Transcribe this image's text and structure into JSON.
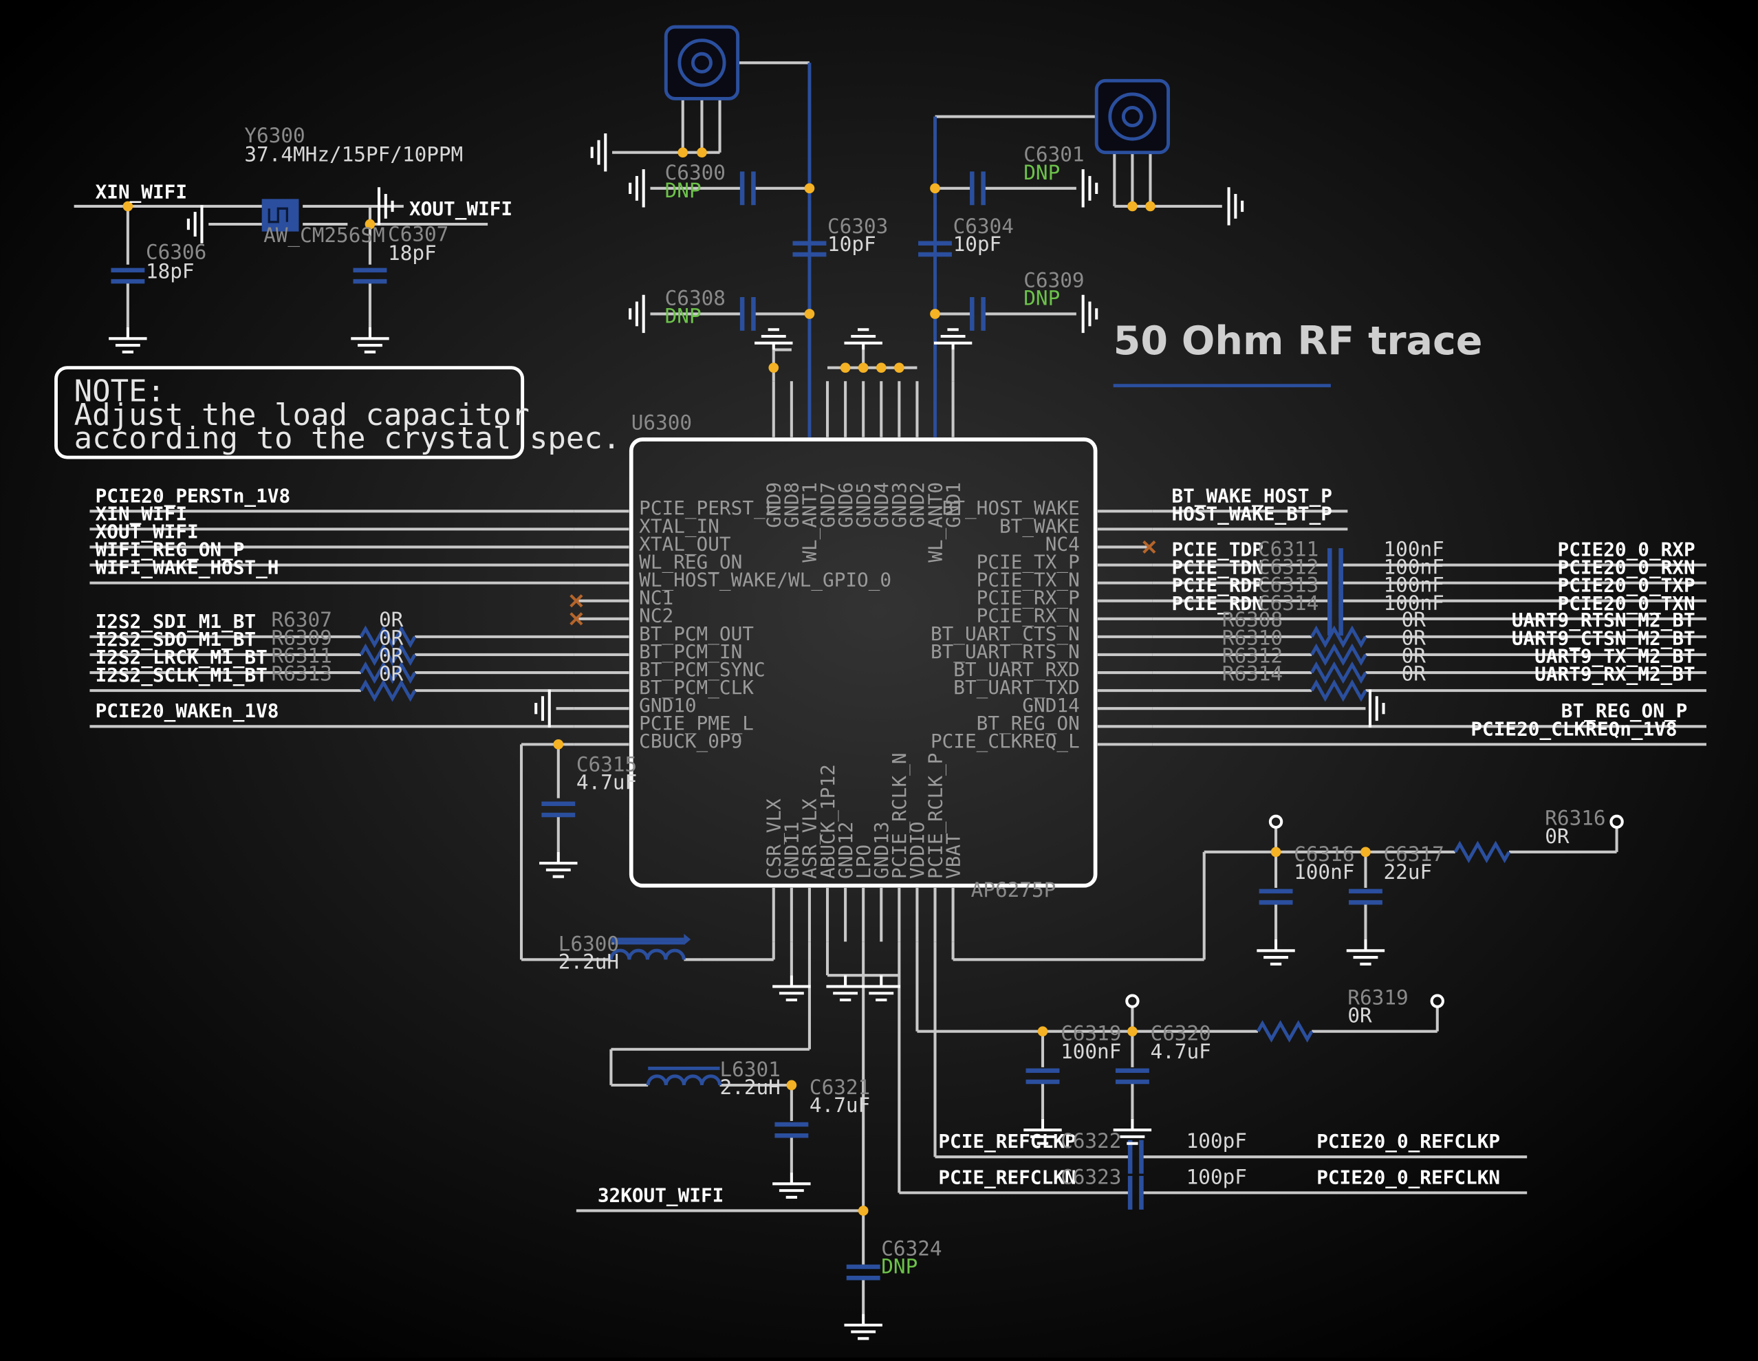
{
  "crystal": {
    "ref": "Y6300",
    "spec": "37.4MHz/15PF/10PPM",
    "part": "AW_CM256SM"
  },
  "note": {
    "lines": [
      "NOTE:",
      "Adjust the load capacitor",
      "according to the crystal spec."
    ]
  },
  "rf_trace": {
    "label": "50 Ohm RF trace"
  },
  "ic": {
    "ref": "U6300",
    "part": "AP6275P"
  },
  "labels": {
    "xin": "XIN_WIFI",
    "xout": "XOUT_WIFI",
    "left": [
      "PCIE20_PERSTn_1V8",
      "XIN_WIFI",
      "XOUT_WIFI",
      "WIFI_REG_ON_P",
      "WIFI_WAKE_HOST_H"
    ],
    "i2s": [
      "I2S2_SDI_M1_BT",
      "I2S2_SDO_M1_BT",
      "I2S2_LRCK_M1_BT",
      "I2S2_SCLK_M1_BT"
    ],
    "wake": "PCIE20_WAKEn_1V8",
    "right_top": [
      "BT_WAKE_HOST_P",
      "HOST_WAKE_BT_P"
    ],
    "pcie_local": [
      "PCIE_TDP",
      "PCIE_TDN",
      "PCIE_RDP",
      "PCIE_RDN"
    ],
    "right_far": [
      "PCIE20_0_RXP",
      "PCIE20_0_RXN",
      "PCIE20_0_TXP",
      "PCIE20_0_TXN",
      "UART9_RTSN_M2_BT",
      "UART9_CTSN_M2_BT",
      "UART9_TX_M2_BT",
      "UART9_RX_M2_BT"
    ],
    "bt_reg": "BT_REG_ON_P",
    "clkreq": "PCIE20_CLKREQn_1V8",
    "refclk_local": [
      "PCIE_REFCLKP",
      "PCIE_REFCLKN"
    ],
    "refclk_far": [
      "PCIE20_0_REFCLKP",
      "PCIE20_0_REFCLKN"
    ],
    "k32": "32KOUT_WIFI"
  },
  "components": {
    "c6300": {
      "ref": "C6300",
      "val": "DNP"
    },
    "c6301": {
      "ref": "C6301",
      "val": "DNP"
    },
    "c6303": {
      "ref": "C6303",
      "val": "10pF"
    },
    "c6304": {
      "ref": "C6304",
      "val": "10pF"
    },
    "c6306": {
      "ref": "C6306",
      "val": "18pF"
    },
    "c6307": {
      "ref": "C6307",
      "val": "18pF"
    },
    "c6308": {
      "ref": "C6308",
      "val": "DNP"
    },
    "c6309": {
      "ref": "C6309",
      "val": "DNP"
    },
    "c6315": {
      "ref": "C6315",
      "val": "4.7uF"
    },
    "c6316": {
      "ref": "C6316",
      "val": "100nF"
    },
    "c6317": {
      "ref": "C6317",
      "val": "22uF"
    },
    "c6319": {
      "ref": "C6319",
      "val": "100nF"
    },
    "c6320": {
      "ref": "C6320",
      "val": "4.7uF"
    },
    "c6321": {
      "ref": "C6321",
      "val": "4.7uF"
    },
    "c6322": {
      "ref": "C6322",
      "val": "100pF"
    },
    "c6323": {
      "ref": "C6323",
      "val": "100pF"
    },
    "c6324": {
      "ref": "C6324",
      "val": "DNP"
    },
    "l6300": {
      "ref": "L6300",
      "val": "2.2uH"
    },
    "l6301": {
      "ref": "L6301",
      "val": "2.2uH"
    },
    "r6316": {
      "ref": "R6316",
      "val": "0R"
    },
    "r6319": {
      "ref": "R6319",
      "val": "0R"
    },
    "left_res": [
      {
        "ref": "R6307",
        "val": "0R"
      },
      {
        "ref": "R6309",
        "val": "0R"
      },
      {
        "ref": "R6311",
        "val": "0R"
      },
      {
        "ref": "R6313",
        "val": "0R"
      }
    ],
    "right_caps": [
      {
        "ref": "C6311",
        "val": "100nF"
      },
      {
        "ref": "C6312",
        "val": "100nF"
      },
      {
        "ref": "C6313",
        "val": "100nF"
      },
      {
        "ref": "C6314",
        "val": "100nF"
      }
    ],
    "right_res": [
      {
        "ref": "R6308",
        "val": "0R"
      },
      {
        "ref": "R6310",
        "val": "0R"
      },
      {
        "ref": "R6312",
        "val": "0R"
      },
      {
        "ref": "R6314",
        "val": "0R"
      }
    ]
  },
  "pins": {
    "left": [
      "PCIE_PERST_L",
      "XTAL_IN",
      "XTAL_OUT",
      "WL_REG_ON",
      "WL_HOST_WAKE/WL_GPIO_0",
      "NC1",
      "NC2",
      "BT_PCM_OUT",
      "BT_PCM_IN",
      "BT_PCM_SYNC",
      "BT_PCM_CLK",
      "GND10",
      "PCIE_PME_L",
      "CBUCK_0P9"
    ],
    "right": [
      "BT_HOST_WAKE",
      "BT_WAKE",
      "NC4",
      "PCIE_TX_P",
      "PCIE_TX_N",
      "PCIE_RX_P",
      "PCIE_RX_N",
      "BT_UART_CTS_N",
      "BT_UART_RTS_N",
      "BT_UART_RXD",
      "BT_UART_TXD",
      "GND14",
      "BT_REG_ON",
      "PCIE_CLKREQ_L"
    ],
    "top": [
      "GND9",
      "GND8",
      "WL_ANT1",
      "GND7",
      "GND6",
      "GND5",
      "GND4",
      "GND3",
      "GND2",
      "WL_ANT0",
      "GND1"
    ],
    "bottom": [
      "CSR_VLX",
      "GND11",
      "ASR_VLX",
      "ABUCK_1P12",
      "GND12",
      "LPO",
      "GND13",
      "PCIE_RCLK_N",
      "VDDIO",
      "PCIE_RCLK_P",
      "VBAT"
    ]
  },
  "colors": {
    "wire": "#c8c8c8",
    "component": "#2b4f9e",
    "junction": "#f4b224",
    "dnp": "#6cc24a",
    "nc": "#b5652b"
  }
}
